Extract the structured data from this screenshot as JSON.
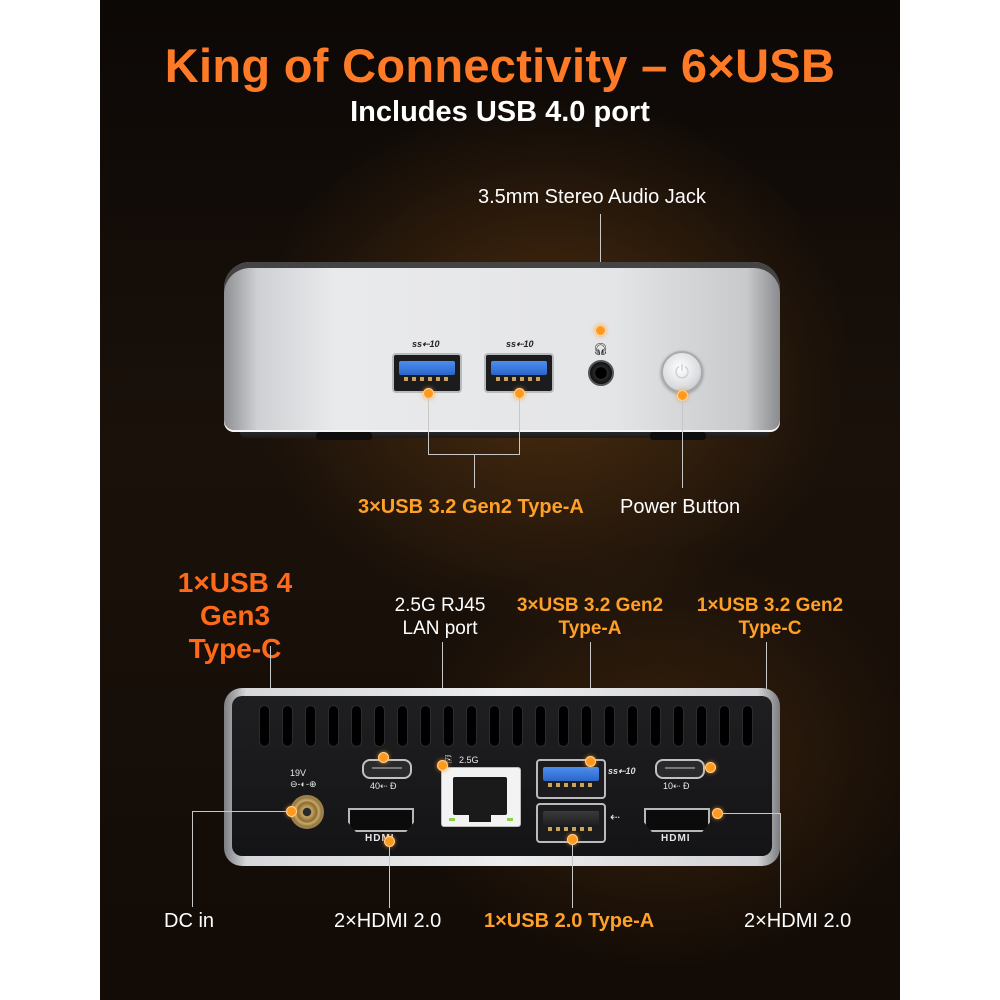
{
  "header": {
    "title": "King of Connectivity – 6×USB",
    "subtitle": "Includes USB 4.0 port"
  },
  "top_view": {
    "audio_jack_label": "3.5mm Stereo Audio Jack",
    "usb_a_label": "3×USB 3.2 Gen2 Type-A",
    "power_button_label": "Power Button",
    "port_logo_left": "ss⇠10",
    "port_logo_right": "ss⇠10"
  },
  "rear_view": {
    "usb4_label_line1": "1×USB 4 Gen3",
    "usb4_label_line2": "Type-C",
    "lan_label_line1": "2.5G RJ45",
    "lan_label_line2": "LAN port",
    "usb32a_label_line1": "3×USB 3.2 Gen2",
    "usb32a_label_line2": "Type-A",
    "usb32c_label_line1": "1×USB 3.2 Gen2",
    "usb32c_label_line2": "Type-C",
    "dc_label": "DC in",
    "hdmi_left_label": "2×HDMI 2.0",
    "usb20_label": "1×USB 2.0 Type-A",
    "hdmi_right_label": "2×HDMI 2.0",
    "dc_voltage": "19V",
    "lan_speed": "2.5G",
    "hdmi_logo": "HDMI",
    "usb_ss_logo": "ss⇠10"
  },
  "colors": {
    "accent_orange": "#ff7a26",
    "label_orange": "#ffa028",
    "usb3_blue": "#3a7be0"
  }
}
